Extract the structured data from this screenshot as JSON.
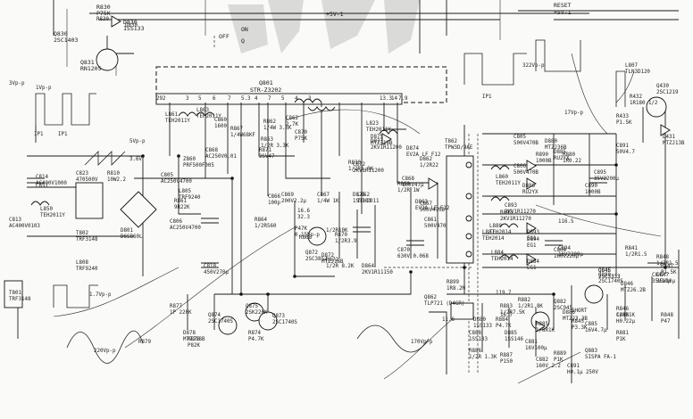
{
  "ic": {
    "ref": "Q801",
    "part": "STR-Z3202",
    "pins_left": [
      "292",
      "3",
      "5",
      "6",
      "7",
      "5.3",
      "4",
      "7",
      "5",
      "4",
      "3"
    ],
    "pins_right": [
      "13.3",
      "14",
      "7.9"
    ]
  },
  "top": {
    "left_ref": "Q830",
    "left_part": "2SC1403",
    "r_top": "R830",
    "r_top_val": "P75K",
    "d_top": "D830",
    "d_top_val": "1SS133",
    "reset": "RESET",
    "sv1": "+5V-1",
    "sv1b": "+5V-1",
    "on": "ON",
    "off": "OFF",
    "q": "Q",
    "q831": "Q831",
    "q831_part": "RN1205"
  },
  "labels": [
    {
      "t": "3Vp-p"
    },
    {
      "t": "1Vp-p"
    },
    {
      "t": "5Vp-p"
    },
    {
      "t": "3.6V"
    },
    {
      "t": "IP1"
    },
    {
      "t": "IP1"
    },
    {
      "t": "L861"
    },
    {
      "t": "TEH2011Y"
    },
    {
      "t": "L863"
    },
    {
      "t": "TEH2011Y"
    },
    {
      "t": "C860"
    },
    {
      "t": "1600"
    },
    {
      "t": "R867"
    },
    {
      "t": "1/4W68KF"
    },
    {
      "t": "R871"
    },
    {
      "t": "2SV47"
    },
    {
      "t": "R863"
    },
    {
      "t": "1/2R 3.3K"
    },
    {
      "t": "C862"
    },
    {
      "t": "2.7K"
    },
    {
      "t": "R862"
    },
    {
      "t": "1/4W 3.3K"
    },
    {
      "t": "C870"
    },
    {
      "t": "P75K"
    },
    {
      "t": "L823"
    },
    {
      "t": "TEH2011Y"
    },
    {
      "t": "C851"
    },
    {
      "t": "C868"
    },
    {
      "t": "AC250V0.01"
    },
    {
      "t": "C869"
    },
    {
      "t": "200V2.2μ"
    },
    {
      "t": "R864"
    },
    {
      "t": "1/2R560"
    },
    {
      "t": "C866"
    },
    {
      "t": "100p"
    },
    {
      "t": "C867"
    },
    {
      "t": "1/4W 1K"
    },
    {
      "t": "R872"
    },
    {
      "t": "1/2R 8.2K"
    },
    {
      "t": "Z860"
    },
    {
      "t": "PRF500F005"
    },
    {
      "t": "C805"
    },
    {
      "t": "AC250V4700"
    },
    {
      "t": "C814"
    },
    {
      "t": "AC400V1000"
    },
    {
      "t": "L850"
    },
    {
      "t": "TEH2011Y"
    },
    {
      "t": "C823"
    },
    {
      "t": "470500V"
    },
    {
      "t": "R810"
    },
    {
      "t": "10W2.2"
    },
    {
      "t": "L805"
    },
    {
      "t": "TRF9240"
    },
    {
      "t": "R861"
    },
    {
      "t": "9R22K"
    },
    {
      "t": "D801"
    },
    {
      "t": "D6SB60L"
    },
    {
      "t": "C806"
    },
    {
      "t": "AC250V4700"
    },
    {
      "t": "T802"
    },
    {
      "t": "TRF3148"
    },
    {
      "t": "C813"
    },
    {
      "t": "AC400V0103"
    },
    {
      "t": "L808"
    },
    {
      "t": "TRF9240"
    },
    {
      "t": "T801"
    },
    {
      "t": "TRF3148"
    },
    {
      "t": "C810"
    },
    {
      "t": "450V270μ"
    },
    {
      "t": "R877"
    },
    {
      "t": "1P 220K"
    },
    {
      "t": "1.7Vp-p"
    },
    {
      "t": "Q874"
    },
    {
      "t": "2SC1740S"
    },
    {
      "t": "Q875"
    },
    {
      "t": "2SK220K"
    },
    {
      "t": "Q873"
    },
    {
      "t": "2SC1740S"
    },
    {
      "t": "D878"
    },
    {
      "t": "MTZJ18B"
    },
    {
      "t": "R878"
    },
    {
      "t": "P82K"
    },
    {
      "t": "R874"
    },
    {
      "t": "P4.7K"
    },
    {
      "t": "R879"
    },
    {
      "t": "P47K"
    },
    {
      "t": "0.15Vp-p"
    },
    {
      "t": "Q872"
    },
    {
      "t": "2SC3852"
    },
    {
      "t": "D872"
    },
    {
      "t": "MTZJ18B"
    },
    {
      "t": "R868"
    },
    {
      "t": "1/2R10K"
    },
    {
      "t": "16.6"
    },
    {
      "t": "32.3"
    },
    {
      "t": "D875"
    },
    {
      "t": "1SS131"
    },
    {
      "t": "R870"
    },
    {
      "t": "1/2R3.9"
    },
    {
      "t": "R830"
    },
    {
      "t": "1/2R1.0K"
    },
    {
      "t": "D873"
    },
    {
      "t": "2KV1R11200"
    },
    {
      "t": "L862"
    },
    {
      "t": "TEH2011"
    },
    {
      "t": "R860"
    },
    {
      "t": "1/2R 1W"
    },
    {
      "t": "D874"
    },
    {
      "t": "EV2A LF F12"
    },
    {
      "t": "D863"
    },
    {
      "t": "EV2A LE-F12"
    },
    {
      "t": "C861"
    },
    {
      "t": "500V470"
    },
    {
      "t": "C868"
    },
    {
      "t": "100V47μ"
    },
    {
      "t": "D864"
    },
    {
      "t": "2KV1R11150"
    },
    {
      "t": "C870"
    },
    {
      "t": "630V 0.068"
    },
    {
      "t": "D875"
    },
    {
      "t": "MTZJ18B"
    },
    {
      "t": "C872"
    },
    {
      "t": "2KV1R11200"
    },
    {
      "t": "T862"
    },
    {
      "t": "TPW3D/9AE"
    },
    {
      "t": "D862"
    },
    {
      "t": "1/2R22"
    },
    {
      "t": "C867"
    },
    {
      "t": "500V470B"
    },
    {
      "t": "322Vp-p"
    },
    {
      "t": "17Vp-p"
    },
    {
      "t": "IP1"
    },
    {
      "t": "L807"
    },
    {
      "t": "TLN3D120"
    },
    {
      "t": "R432"
    },
    {
      "t": "1R180 1/2"
    },
    {
      "t": "Q430"
    },
    {
      "t": "2SC1219"
    },
    {
      "t": "R433"
    },
    {
      "t": "P1.5K"
    },
    {
      "t": "D431"
    },
    {
      "t": "MTZJ13B"
    },
    {
      "t": "C805"
    },
    {
      "t": "500V470B"
    },
    {
      "t": "D880"
    },
    {
      "t": "MTZJ36B"
    },
    {
      "t": "D885"
    },
    {
      "t": "RU2YX"
    },
    {
      "t": "C806"
    },
    {
      "t": "500V470B"
    },
    {
      "t": "L860"
    },
    {
      "t": "TEH2011Y"
    },
    {
      "t": "D886"
    },
    {
      "t": "RU2YX"
    },
    {
      "t": "R880"
    },
    {
      "t": "1R0.22"
    },
    {
      "t": "C891"
    },
    {
      "t": "50V4.7"
    },
    {
      "t": "C895"
    },
    {
      "t": "35V2200μ"
    },
    {
      "t": "R890"
    },
    {
      "t": "1000B"
    },
    {
      "t": "C890"
    },
    {
      "t": "1000B"
    },
    {
      "t": "R893"
    },
    {
      "t": "2KV1R11270"
    },
    {
      "t": "L880"
    },
    {
      "t": "TEH2014"
    },
    {
      "t": "D893"
    },
    {
      "t": "EG1"
    },
    {
      "t": "C893"
    },
    {
      "t": "2KV1R11270"
    },
    {
      "t": "L881"
    },
    {
      "t": "TEH2014"
    },
    {
      "t": "D894"
    },
    {
      "t": "EG1"
    },
    {
      "t": "C894"
    },
    {
      "t": "16V2200μ"
    },
    {
      "t": "L884"
    },
    {
      "t": "TEH2014"
    },
    {
      "t": "D884"
    },
    {
      "t": "EG1"
    },
    {
      "t": "C804"
    },
    {
      "t": "160V220μ"
    },
    {
      "t": "R899"
    },
    {
      "t": "1R8.2M"
    },
    {
      "t": "Q862"
    },
    {
      "t": "TLP721 (D4GR)"
    },
    {
      "t": "R883"
    },
    {
      "t": "1/2R7.5K"
    },
    {
      "t": "R884"
    },
    {
      "t": "P4.7K"
    },
    {
      "t": "R882"
    },
    {
      "t": "1/2R1.8K"
    },
    {
      "t": "D880"
    },
    {
      "t": "1SS133"
    },
    {
      "t": "C888"
    },
    {
      "t": "1SS133"
    },
    {
      "t": "D885"
    },
    {
      "t": "1SS146"
    },
    {
      "t": "R886"
    },
    {
      "t": "1/2R 1.3K"
    },
    {
      "t": "C881"
    },
    {
      "t": "16V100μ"
    },
    {
      "t": "Q882"
    },
    {
      "t": "2SC945"
    },
    {
      "t": "D886"
    },
    {
      "t": "MTZJ3.3B"
    },
    {
      "t": "R885"
    },
    {
      "t": "1/8R1K"
    },
    {
      "t": "C885"
    },
    {
      "t": "16V4.7μ"
    },
    {
      "t": "R887"
    },
    {
      "t": "P150"
    },
    {
      "t": "C882"
    },
    {
      "t": "160V 2.2"
    },
    {
      "t": "R889"
    },
    {
      "t": "P1K"
    },
    {
      "t": "C891"
    },
    {
      "t": "H0.1μ 250V"
    },
    {
      "t": "Q883"
    },
    {
      "t": "SISPA FA-1"
    },
    {
      "t": "R881"
    },
    {
      "t": "P1K"
    },
    {
      "t": "Q880"
    },
    {
      "t": "2SC1740S"
    },
    {
      "t": "C847"
    },
    {
      "t": "35V10μ"
    },
    {
      "t": "R847"
    },
    {
      "t": "P1.5K"
    },
    {
      "t": "R846"
    },
    {
      "t": "1/8R1K"
    },
    {
      "t": "R841"
    },
    {
      "t": "1/2R1.5"
    },
    {
      "t": "R848"
    },
    {
      "t": "P47"
    },
    {
      "t": "C846"
    },
    {
      "t": "H0.22μ"
    },
    {
      "t": "D846"
    },
    {
      "t": "MTZJ6.2B"
    },
    {
      "t": "Q846"
    },
    {
      "t": "2SC3333"
    },
    {
      "t": "Q845"
    },
    {
      "t": "2SC3333"
    },
    {
      "t": "C847"
    },
    {
      "t": "35V10μ"
    },
    {
      "t": "R848"
    },
    {
      "t": "1/2R1.5"
    },
    {
      "t": "R845"
    },
    {
      "t": "P3.3K"
    },
    {
      "t": "220Vp-p"
    },
    {
      "t": "170Vp-p"
    },
    {
      "t": "SHORT"
    },
    {
      "t": "116.5"
    },
    {
      "t": "119.7"
    },
    {
      "t": "16.7"
    },
    {
      "t": "11.6"
    },
    {
      "t": "D830"
    },
    {
      "t": "R830"
    }
  ]
}
